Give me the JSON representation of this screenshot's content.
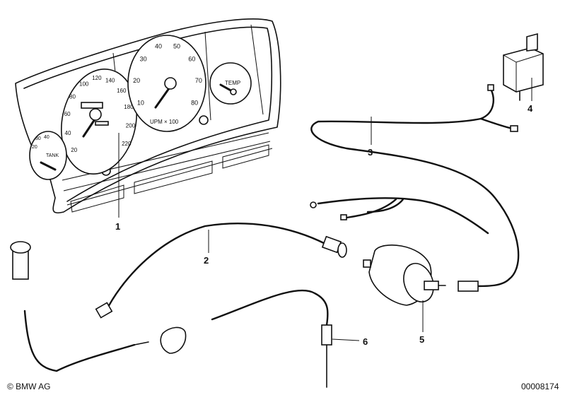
{
  "diagram": {
    "callouts": [
      "1",
      "2",
      "3",
      "4",
      "5",
      "6"
    ],
    "speedometer_ticks": [
      "20",
      "40",
      "60",
      "80",
      "100",
      "120",
      "140",
      "160",
      "180",
      "200",
      "220"
    ],
    "tachometer_ticks": [
      "10",
      "20",
      "30",
      "40",
      "50",
      "60",
      "70",
      "80"
    ],
    "tachometer_unit": "UPM × 100",
    "temp_label": "TEMP",
    "tank_label": "TANK",
    "tank_ticks": [
      "20",
      "30",
      "40"
    ]
  },
  "footer": {
    "copyright": "© BMW AG",
    "image_number": "00008174"
  }
}
